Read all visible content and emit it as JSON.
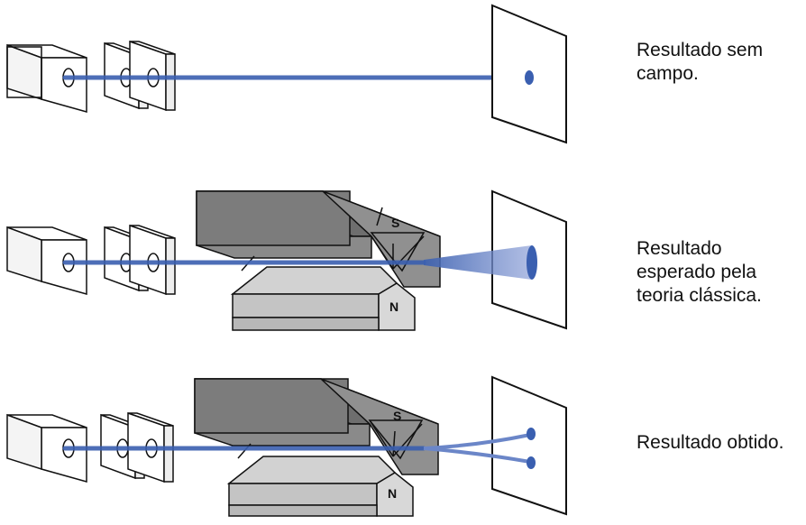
{
  "captions": {
    "no_field": "Resultado sem\ncampo.",
    "classical": "Resultado\nesperado pela\nteoria clássica.",
    "observed": "Resultado obtido."
  },
  "magnet_labels": {
    "south": "S",
    "north": "N"
  },
  "colors": {
    "beam": "#3a5fb0",
    "magnet_top": "#7a7a7a",
    "magnet_front": "#8c8c8c",
    "magnet_bottom": "#c8c8c8",
    "outline": "#111111"
  }
}
